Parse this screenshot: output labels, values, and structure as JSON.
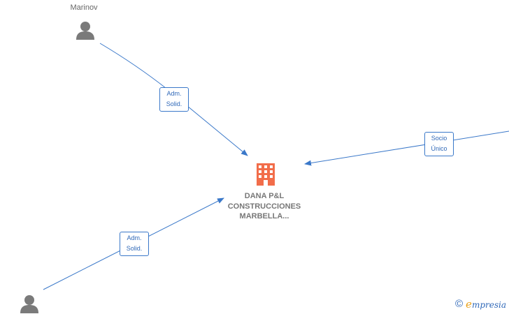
{
  "nodes": {
    "company": {
      "name_lines": [
        "DANA P&L",
        "CONSTRUCCIONES",
        "MARBELLA..."
      ],
      "icon": "building-icon",
      "color": "#f26d4a"
    },
    "person_top": {
      "name": "Marinov",
      "icon": "person-icon"
    },
    "person_bottom": {
      "name": "",
      "icon": "person-icon"
    }
  },
  "edges": [
    {
      "id": "top",
      "label_lines": [
        "Adm.",
        "Solid."
      ]
    },
    {
      "id": "bottom",
      "label_lines": [
        "Adm.",
        "Solid."
      ]
    },
    {
      "id": "right",
      "label_lines": [
        "Socio",
        "Único"
      ]
    }
  ],
  "colors": {
    "edge": "#3a78c9",
    "person_icon": "#7a7a7a",
    "company_icon": "#f26d4a"
  },
  "watermark": {
    "copyright": "©",
    "brand_initial": "e",
    "brand_rest": "mpresia"
  }
}
